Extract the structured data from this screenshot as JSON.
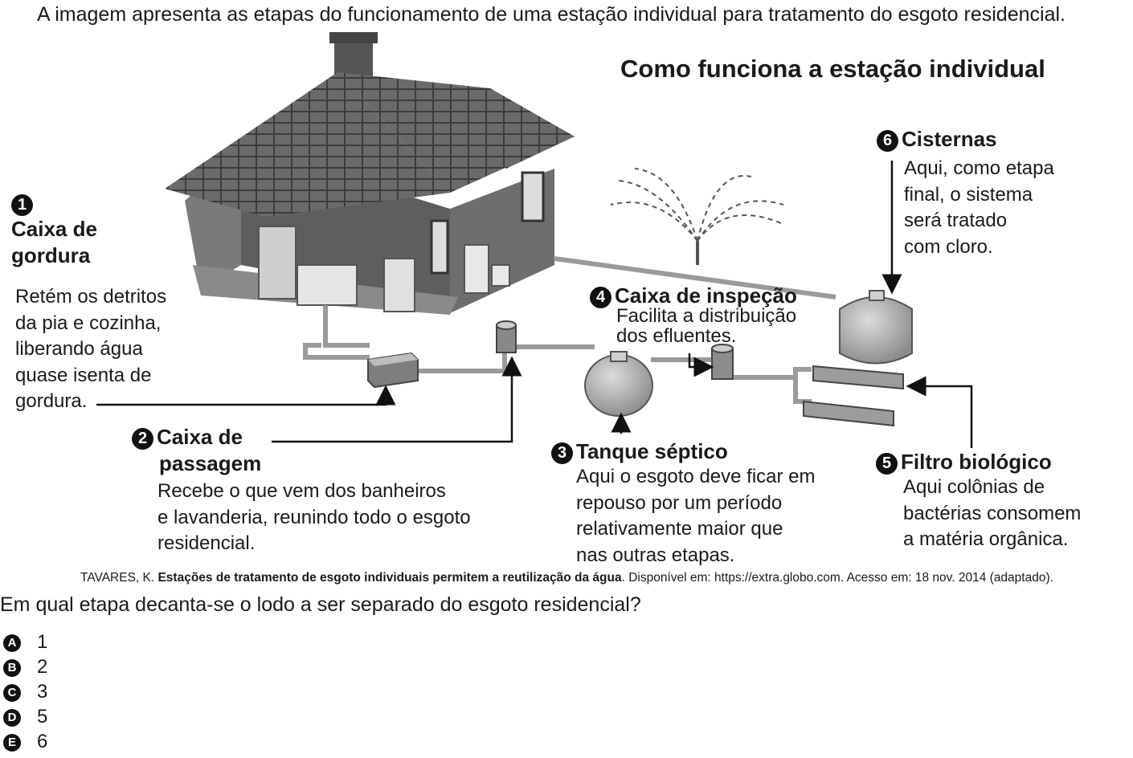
{
  "intro": "A imagem apresenta as etapas do funcionamento de uma estação individual para tratamento do esgoto residencial.",
  "diagram": {
    "title": "Como funciona a estação individual",
    "steps": [
      {
        "num": "1",
        "title_lines": [
          "Caixa de",
          "gordura"
        ],
        "text_lines": [
          "Retém os detritos",
          "da pia e cozinha,",
          "liberando água",
          "quase isenta de",
          "gordura."
        ]
      },
      {
        "num": "2",
        "title_lines": [
          "Caixa de",
          "passagem"
        ],
        "text_lines": [
          "Recebe o que vem dos banheiros",
          "e lavanderia, reunindo todo o esgoto",
          "residencial."
        ]
      },
      {
        "num": "3",
        "title": "Tanque séptico",
        "text_lines": [
          "Aqui o esgoto deve ficar em",
          "repouso por um período",
          "relativamente maior que",
          "nas  outras etapas."
        ]
      },
      {
        "num": "4",
        "title": "Caixa de inspeção",
        "text_lines": [
          "Facilita a distribuição",
          "dos efluentes."
        ]
      },
      {
        "num": "5",
        "title": "Filtro biológico",
        "text_lines": [
          "Aqui colônias de",
          "bactérias consomem",
          "a matéria orgânica."
        ]
      },
      {
        "num": "6",
        "title": "Cisternas",
        "text_lines": [
          "Aqui, como etapa",
          "final, o sistema",
          "será tratado",
          "com cloro."
        ]
      }
    ]
  },
  "citation": {
    "author": "TAVARES, K. ",
    "work": "Estações de tratamento de esgoto individuais permitem a reutilização da água",
    "rest": ". Disponível em: https://extra.globo.com. Acesso em: 18 nov. 2014 (adaptado)."
  },
  "question": "Em qual etapa decanta-se o lodo a ser separado do esgoto residencial?",
  "options": [
    {
      "letter": "A",
      "text": "1"
    },
    {
      "letter": "B",
      "text": "2"
    },
    {
      "letter": "C",
      "text": "3"
    },
    {
      "letter": "D",
      "text": "5"
    },
    {
      "letter": "E",
      "text": "6"
    }
  ]
}
